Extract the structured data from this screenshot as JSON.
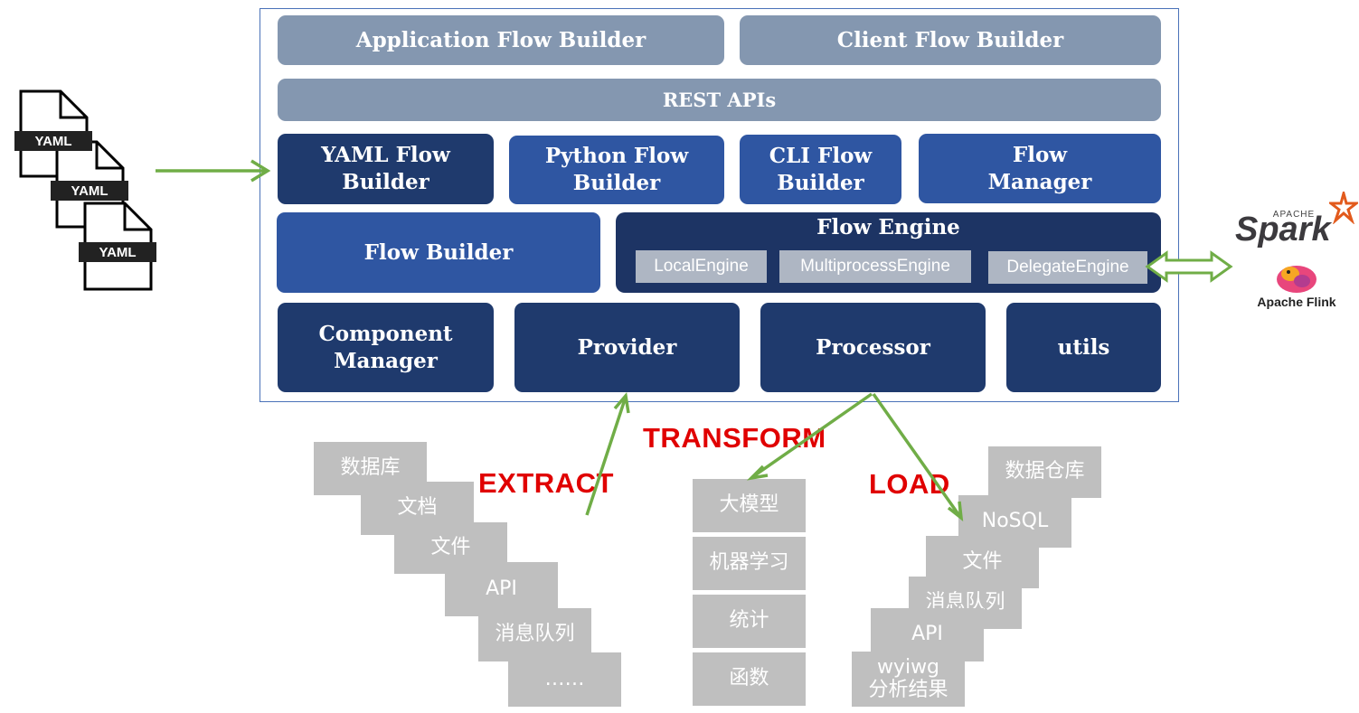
{
  "yaml_files": {
    "labels": [
      "YAML",
      "YAML",
      "YAML"
    ],
    "icon": "yaml-file-icon"
  },
  "framework": {
    "row1": [
      "Application Flow Builder",
      "Client Flow Builder"
    ],
    "rest_apis": "REST APIs",
    "row3": [
      "YAML Flow\nBuilder",
      "Python Flow\nBuilder",
      "CLI Flow\nBuilder",
      "Flow\nManager"
    ],
    "flow_builder": "Flow Builder",
    "flow_engine": {
      "title": "Flow Engine",
      "engines": [
        "LocalEngine",
        "MultiprocessEngine",
        "DelegateEngine"
      ]
    },
    "row5": [
      "Component\nManager",
      "Provider",
      "Processor",
      "utils"
    ]
  },
  "external_engines": {
    "spark_top": "APACHE",
    "spark": "Spark",
    "flink": "Apache Flink"
  },
  "etl_labels": {
    "extract": "EXTRACT",
    "transform": "TRANSFORM",
    "load": "LOAD"
  },
  "sources": [
    "数据库",
    "文档",
    "文件",
    "API",
    "消息队列",
    "……"
  ],
  "transforms": [
    "大模型",
    "机器学习",
    "统计",
    "函数"
  ],
  "sinks": [
    "数据仓库",
    "NoSQL",
    "文件",
    "消息队列",
    "API",
    "wyiwg\n分析结果"
  ],
  "colors": {
    "grey_box": "#8497b0",
    "blue_box": "#2f56a2",
    "navy_box": "#1f3a6d",
    "arrow_green": "#70ad47",
    "label_red": "#e00000",
    "tile_grey": "#bfbfbf"
  }
}
